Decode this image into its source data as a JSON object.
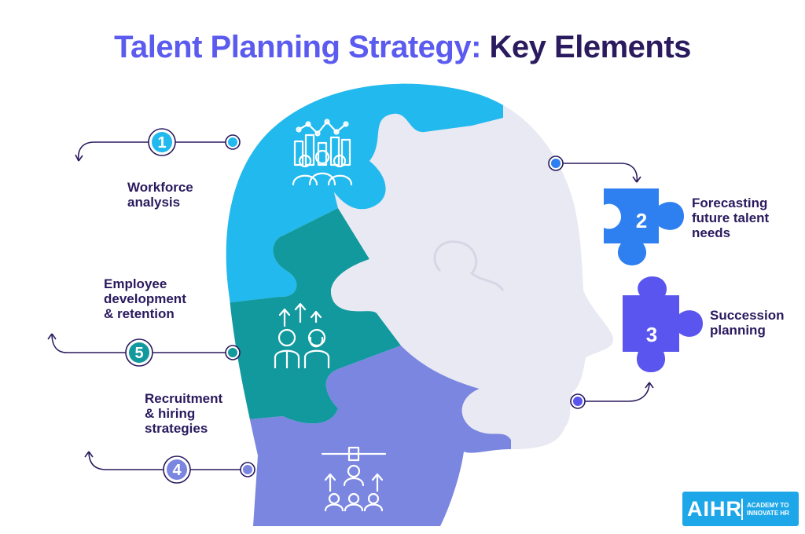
{
  "title": {
    "part1": "Talent Planning Strategy:",
    "part2": "Key Elements"
  },
  "elements": [
    {
      "number": "1",
      "label": "Workforce\nanalysis",
      "color": "#21b9ee"
    },
    {
      "number": "2",
      "label": "Forecasting\nfuture talent\nneeds",
      "color": "#2e7ff0"
    },
    {
      "number": "3",
      "label": "Succession\nplanning",
      "color": "#5a55ee"
    },
    {
      "number": "4",
      "label": "Recruitment\n& hiring\nstrategies",
      "color": "#7a86e0"
    },
    {
      "number": "5",
      "label": "Employee\ndevelopment\n& retention",
      "color": "#12999e"
    }
  ],
  "colors": {
    "title_accent": "#5b5bf0",
    "title_dark": "#2a1a5e",
    "face": "#e8e9f2",
    "logo": "#1ea7e8"
  },
  "logo": {
    "brand": "AIHR",
    "tagline": "ACADEMY TO\nINNOVATE HR"
  }
}
